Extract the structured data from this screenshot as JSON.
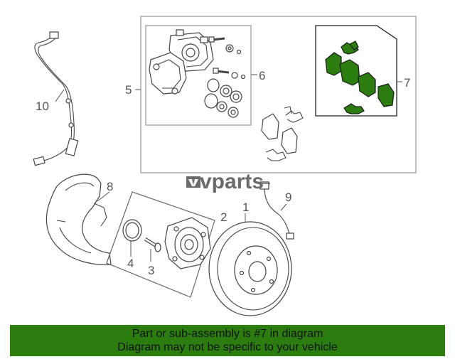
{
  "callouts": {
    "c1": "1",
    "c2": "2",
    "c3": "3",
    "c4": "4",
    "c5": "5",
    "c6": "6",
    "c7": "7",
    "c8": "8",
    "c9": "9",
    "c10": "10"
  },
  "logo": {
    "text": "vparts",
    "icon": "wrench-logo-icon"
  },
  "banner": {
    "line1": "Part or sub-assembly is #7 in diagram",
    "line2": "Diagram may not be specific to your vehicle"
  },
  "colors": {
    "highlight": "#2c7d10",
    "line": "#444444",
    "box": "#aaaaaa"
  }
}
